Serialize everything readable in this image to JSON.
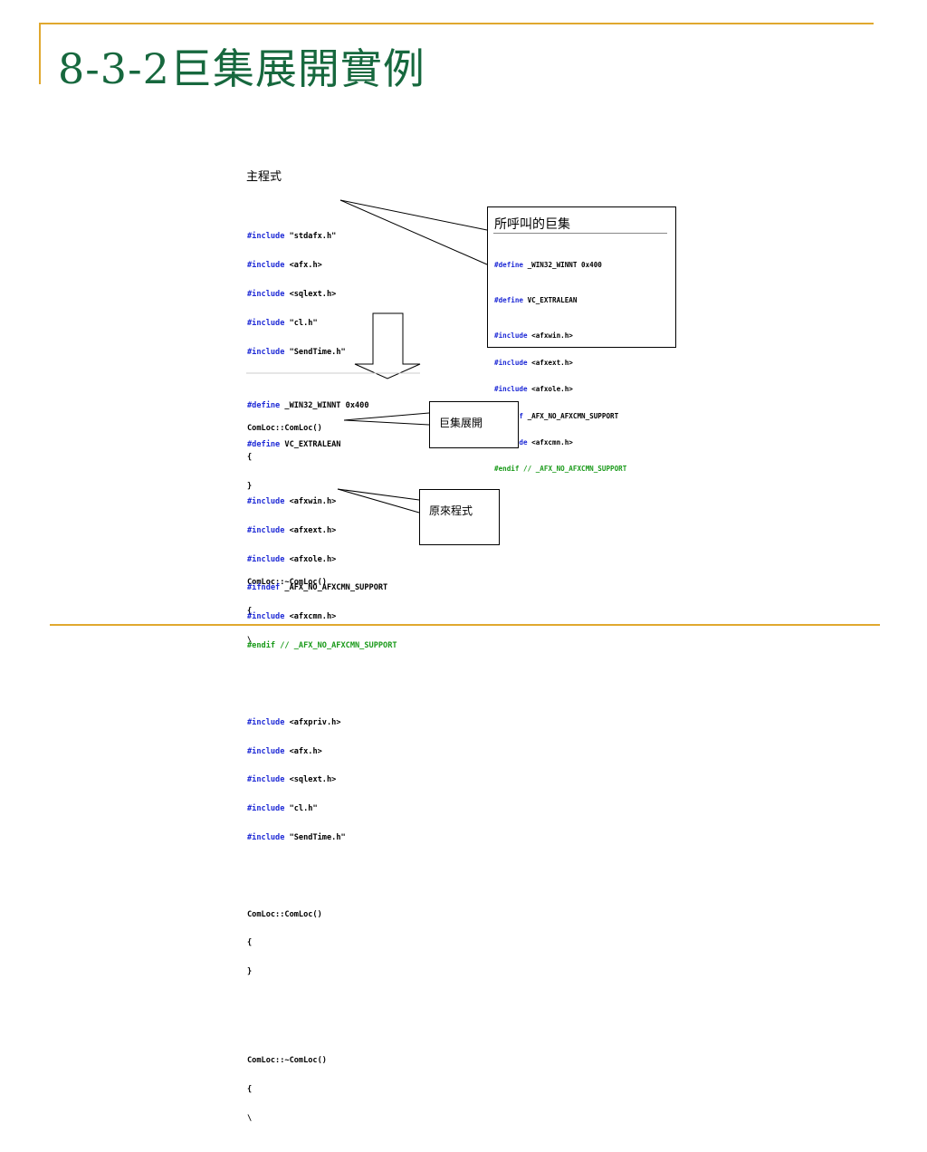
{
  "title": "8-3-2巨集展開實例",
  "main_label": "主程式",
  "main_code": {
    "includes": [
      {
        "kw": "#include",
        "arg": " \"stdafx.h\""
      },
      {
        "kw": "#include",
        "arg": " <afx.h>"
      },
      {
        "kw": "#include",
        "arg": " <sqlext.h>"
      },
      {
        "kw": "#include",
        "arg": " \"cl.h\""
      },
      {
        "kw": "#include",
        "arg": " \"SendTime.h\""
      }
    ],
    "ctor": [
      "ComLoc::ComLoc()",
      "{",
      "}"
    ],
    "dtor": [
      "ComLoc::~ComLoc()",
      "{",
      "\\"
    ]
  },
  "callout_called": {
    "title": "所呼叫的巨集",
    "define1": {
      "kw": "#define",
      "arg": " _WIN32_WINNT 0x400"
    },
    "define2": {
      "kw": "#define",
      "arg": " VC_EXTRALEAN"
    },
    "lines": [
      {
        "kw": "#include",
        "arg": " <afxwin.h>"
      },
      {
        "kw": "#include",
        "arg": " <afxext.h>"
      },
      {
        "kw": "#include",
        "arg": " <afxole.h>"
      },
      {
        "kw": "#ifndef",
        "arg": " _AFX_NO_AFXCMN_SUPPORT"
      },
      {
        "kw": "#include",
        "arg": " <afxcmn.h>"
      }
    ],
    "endif": {
      "kw": "#endif",
      "cm": " // _AFX_NO_AFXCMN_SUPPORT"
    }
  },
  "expanded_code": {
    "define1": {
      "kw": "#define",
      "arg": " _WIN32_WINNT 0x400"
    },
    "define2": {
      "kw": "#define",
      "arg": " VC_EXTRALEAN"
    },
    "lines": [
      {
        "kw": "#include",
        "arg": " <afxwin.h>"
      },
      {
        "kw": "#include",
        "arg": " <afxext.h>"
      },
      {
        "kw": "#include",
        "arg": " <afxole.h>"
      },
      {
        "kw": "#ifndef",
        "arg": " _AFX_NO_AFXCMN_SUPPORT"
      },
      {
        "kw": "#include",
        "arg": " <afxcmn.h>"
      }
    ],
    "endif": {
      "kw": "#endif",
      "cm": " // _AFX_NO_AFXCMN_SUPPORT"
    },
    "includes": [
      {
        "kw": "#include",
        "arg": " <afxpriv.h>"
      },
      {
        "kw": "#include",
        "arg": " <afx.h>"
      },
      {
        "kw": "#include",
        "arg": " <sqlext.h>"
      },
      {
        "kw": "#include",
        "arg": " \"cl.h\""
      },
      {
        "kw": "#include",
        "arg": " \"SendTime.h\""
      }
    ],
    "ctor": [
      "ComLoc::ComLoc()",
      "{",
      "}"
    ],
    "dtor": [
      "ComLoc::~ComLoc()",
      "{",
      "\\"
    ]
  },
  "callout_expand": "巨集展開",
  "callout_original": "原來程式",
  "colors": {
    "title": "#17683e",
    "rule": "#e0a82e",
    "keyword": "#1e2ad6",
    "comment": "#1a9a1a"
  }
}
